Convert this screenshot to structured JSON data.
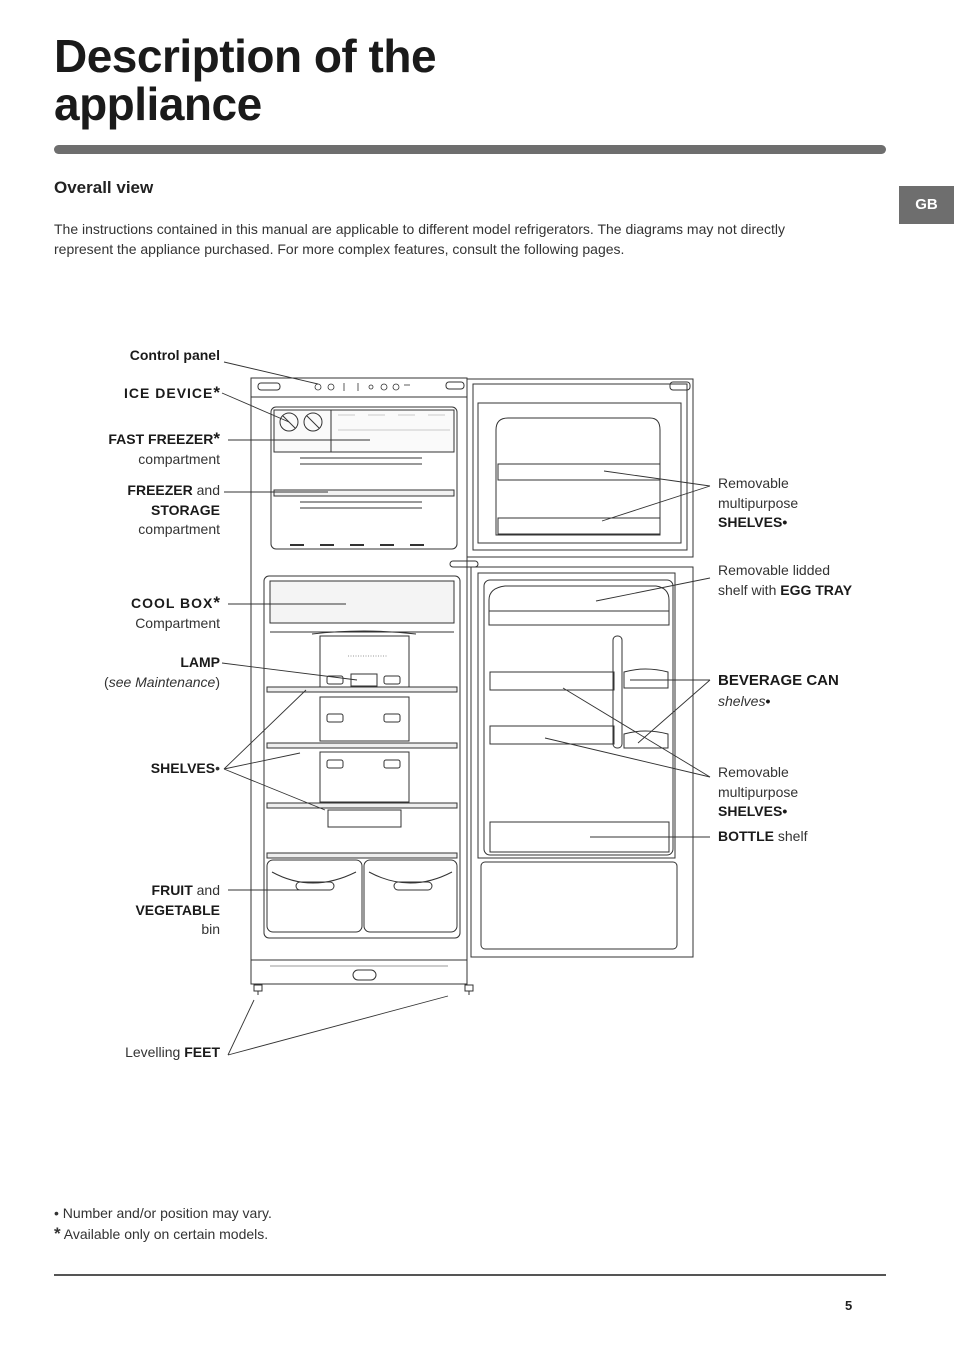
{
  "page": {
    "title_line1": "Description of the",
    "title_line2": "appliance",
    "lang_tab": "GB",
    "subtitle": "Overall view",
    "intro": "The instructions contained in this manual are applicable to different model refrigerators. The diagrams may not directly represent the appliance purchased. For more complex features, consult the following pages.",
    "page_number": "5"
  },
  "labels": {
    "control_panel": "Control panel",
    "ice_device": "ICE DEVICE",
    "fast_freezer": "FAST FREEZER",
    "compartment": "compartment",
    "freezer": "FREEZER",
    "and": "and",
    "storage": "STORAGE",
    "cool_box": "COOL BOX",
    "compartment_cap": "Compartment",
    "lamp": "LAMP",
    "see_maintenance": "see Maintenance",
    "shelves_left": "SHELVES",
    "fruit": "FRUIT",
    "vegetable": "VEGETABLE",
    "bin": "bin",
    "levelling": "Levelling",
    "feet": "FEET",
    "removable": "Removable",
    "multipurpose": "multipurpose",
    "shelves_right": "SHELVES",
    "removable_lidded": "Removable lidded",
    "shelf_with": "shelf with",
    "egg_tray": "EGG TRAY",
    "beverage_can": "BEVERAGE CAN",
    "shelves_italic": "shelves",
    "bottle": "BOTTLE",
    "shelf": "shelf",
    "asterisk": "*",
    "bullet": "•"
  },
  "footnotes": {
    "bullet_note": "Number and/or position may vary.",
    "asterisk_note": "Available only on certain models."
  },
  "colors": {
    "accent_gray": "#6e6e6e",
    "line": "#333333"
  }
}
